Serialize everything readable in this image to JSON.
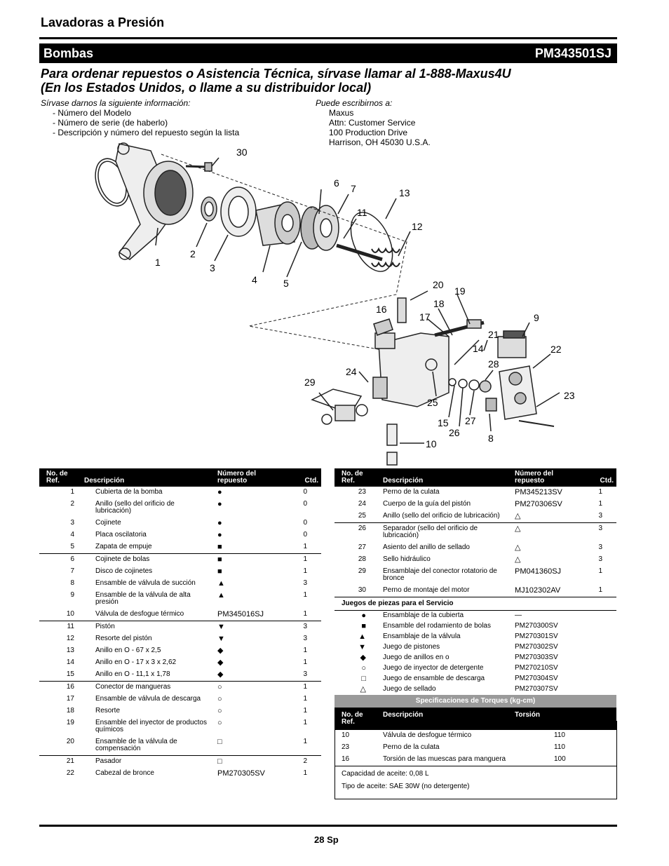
{
  "header": {
    "title": "Lavadoras a Presión",
    "section": "Bombas",
    "model": "PM343501SJ"
  },
  "heading": {
    "line1": "Para ordenar repuestos o Asistencia Técnica, sírvase llamar al 1-888-Maxus4U",
    "line2": "(En los Estados Unidos, o llame a su distribuidor local)"
  },
  "info_left": {
    "intro": "Sírvase darnos la siguiente información:",
    "items": [
      "- Número del Modelo",
      "- Número de serie (de haberlo)",
      "- Descripción y número del repuesto según la lista"
    ]
  },
  "info_right": {
    "intro": "Puede escribirnos a:",
    "lines": [
      "Maxus",
      "Attn: Customer Service",
      "100 Production Drive",
      "Harrison, OH   45030   U.S.A."
    ]
  },
  "diagram_labels": [
    "30",
    "6",
    "7",
    "13",
    "11",
    "12",
    "1",
    "2",
    "3",
    "4",
    "5",
    "20",
    "19",
    "16",
    "18",
    "17",
    "9",
    "21",
    "14",
    "22",
    "28",
    "24",
    "29",
    "25",
    "23",
    "15",
    "27",
    "26",
    "8",
    "10"
  ],
  "table_headers": {
    "ref": "No. de Ref.",
    "desc": "Descripción",
    "part": "Número del repuesto",
    "qty": "Ctd."
  },
  "left_table": [
    {
      "ref": "1",
      "desc": "Cubierta de la bomba",
      "part": "●",
      "qty": "0",
      "sep": false
    },
    {
      "ref": "2",
      "desc": "Anillo (sello del orificio de lubricación)",
      "part": "●",
      "qty": "0",
      "sep": false
    },
    {
      "ref": "3",
      "desc": "Cojinete",
      "part": "●",
      "qty": "0",
      "sep": false
    },
    {
      "ref": "4",
      "desc": "Placa oscilatoria",
      "part": "●",
      "qty": "0",
      "sep": false
    },
    {
      "ref": "5",
      "desc": "Zapata de empuje",
      "part": "■",
      "qty": "1",
      "sep": false
    },
    {
      "ref": "6",
      "desc": "Cojinete de bolas",
      "part": "■",
      "qty": "1",
      "sep": true
    },
    {
      "ref": "7",
      "desc": "Disco de cojinetes",
      "part": "■",
      "qty": "1",
      "sep": false
    },
    {
      "ref": "8",
      "desc": "Ensamble de válvula de succión",
      "part": "▲",
      "qty": "3",
      "sep": false
    },
    {
      "ref": "9",
      "desc": "Ensamble de la válvula de alta presión",
      "part": "▲",
      "qty": "1",
      "sep": false
    },
    {
      "ref": "10",
      "desc": "Válvula de desfogue térmico",
      "part": "PM345016SJ",
      "qty": "1",
      "sep": false
    },
    {
      "ref": "11",
      "desc": "Pistón",
      "part": "▼",
      "qty": "3",
      "sep": true
    },
    {
      "ref": "12",
      "desc": "Resorte del pistón",
      "part": "▼",
      "qty": "3",
      "sep": false
    },
    {
      "ref": "13",
      "desc": "Anillo en O - 67 x 2,5",
      "part": "◆",
      "qty": "1",
      "sep": false
    },
    {
      "ref": "14",
      "desc": "Anillo en O - 17 x 3 x 2,62",
      "part": "◆",
      "qty": "1",
      "sep": false
    },
    {
      "ref": "15",
      "desc": "Anillo en O - 11,1 x 1,78",
      "part": "◆",
      "qty": "3",
      "sep": false
    },
    {
      "ref": "16",
      "desc": "Conector de mangueras",
      "part": "○",
      "qty": "1",
      "sep": true
    },
    {
      "ref": "17",
      "desc": "Ensamble de válvula de descarga",
      "part": "○",
      "qty": "1",
      "sep": false
    },
    {
      "ref": "18",
      "desc": "Resorte",
      "part": "○",
      "qty": "1",
      "sep": false
    },
    {
      "ref": "19",
      "desc": "Ensamble del inyector de productos químicos",
      "part": "○",
      "qty": "1",
      "sep": false
    },
    {
      "ref": "20",
      "desc": "Ensamble de la válvula de compensación",
      "part": "□",
      "qty": "1",
      "sep": false
    },
    {
      "ref": "21",
      "desc": "Pasador",
      "part": "□",
      "qty": "2",
      "sep": true
    },
    {
      "ref": "22",
      "desc": "Cabezal de bronce",
      "part": "PM270305SV",
      "qty": "1",
      "sep": false
    }
  ],
  "right_table": [
    {
      "ref": "23",
      "desc": "Perno de la culata",
      "part": "PM345213SV",
      "qty": "1",
      "sep": false
    },
    {
      "ref": "24",
      "desc": "Cuerpo de la guía del pistón",
      "part": "PM270306SV",
      "qty": "1",
      "sep": false
    },
    {
      "ref": "25",
      "desc": "Anillo (sello del orificio de lubricación)",
      "part": "△",
      "qty": "3",
      "sep": false
    },
    {
      "ref": "26",
      "desc": "Separador (sello del orificio de lubricación)",
      "part": "△",
      "qty": "3",
      "sep": true
    },
    {
      "ref": "27",
      "desc": "Asiento del anillo de sellado",
      "part": "△",
      "qty": "3",
      "sep": false
    },
    {
      "ref": "28",
      "desc": "Sello hidráulico",
      "part": "△",
      "qty": "3",
      "sep": false
    },
    {
      "ref": "29",
      "desc": "Ensamblaje del conector rotatorio de bronce",
      "part": "PM041360SJ",
      "qty": "1",
      "sep": false
    },
    {
      "ref": "30",
      "desc": "Perno de montaje del motor",
      "part": "MJ102302AV",
      "qty": "1",
      "sep": false
    }
  ],
  "service_kits": {
    "title": "Juegos de piezas para el Servicio",
    "items": [
      {
        "sym": "●",
        "desc": "Ensamblaje de la cubierta",
        "part": "—"
      },
      {
        "sym": "■",
        "desc": "Ensamble del rodamiento de bolas",
        "part": "PM270300SV"
      },
      {
        "sym": "▲",
        "desc": "Ensamblaje de la válvula",
        "part": "PM270301SV"
      },
      {
        "sym": "▼",
        "desc": "Juego de pistones",
        "part": "PM270302SV"
      },
      {
        "sym": "◆",
        "desc": "Juego de anillos en o",
        "part": "PM270303SV"
      },
      {
        "sym": "○",
        "desc": "Juego de inyector de detergente",
        "part": "PM270210SV"
      },
      {
        "sym": "□",
        "desc": "Juego de ensamble de descarga",
        "part": "PM270304SV"
      },
      {
        "sym": "△",
        "desc": "Juego de sellado",
        "part": "PM270307SV"
      }
    ]
  },
  "torque": {
    "title": "Specificaciones de Torques (kg-cm)",
    "headers": {
      "ref": "No. de Ref.",
      "desc": "Descripción",
      "torque": "Torsión"
    },
    "rows": [
      {
        "ref": "10",
        "desc": "Válvula de desfogue térmico",
        "val": "110"
      },
      {
        "ref": "23",
        "desc": "Perno de la culata",
        "val": "110"
      },
      {
        "ref": "16",
        "desc": "Torsión de las muescas para manguera",
        "val": "100"
      }
    ],
    "oil_capacity": "Capacidad de aceite: 0,08 L",
    "oil_type": "Tipo de aceite: SAE 30W (no detergente)"
  },
  "footer": {
    "page": "28 Sp"
  }
}
